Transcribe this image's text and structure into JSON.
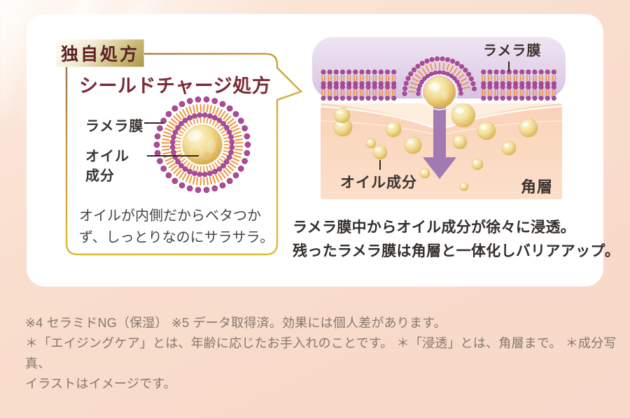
{
  "colors": {
    "page_bg": "#f8dccd",
    "card_bg": "#ffffff",
    "title_maroon": "#7b2b35",
    "badge_text": "#5b2027",
    "border_brown": "#9a6b55",
    "border_gold": "#d8b832",
    "magenta": "#ad4b99",
    "magenta_dark": "#8e3680",
    "orange": "#ef9030",
    "gold_light": "#fdf6da",
    "gold_deep": "#cf9e3e",
    "lavender_top": "#efe5f2",
    "lavender_bottom": "#d7c2e2",
    "skin_top": "#f9d2b8",
    "skin_bottom": "#fcdfca",
    "skin_light": "#feeedd",
    "arrow_purple": "#9b72b2",
    "drop_light": "#fdf7dc",
    "drop_deep": "#d6af4e",
    "label_dark": "#3a3430",
    "body_text": "#494442",
    "footnote_text": "#85786e"
  },
  "badge": {
    "label": "独自処方"
  },
  "left_panel": {
    "title": "シールドチャージ処方",
    "lamella_label": "ラメラ膜",
    "oil_label_line1": "オイル",
    "oil_label_line2": "成分",
    "description_line1": "オイルが内側だからベタつか",
    "description_line2": "ず、しっとりなのにサラサラ。"
  },
  "right_panel": {
    "lamella_label": "ラメラ膜",
    "oil_label": "オイル成分",
    "stratum_label": "角層",
    "caption_line1": "ラメラ膜中からオイル成分が徐々に浸透。",
    "caption_line2": "残ったラメラ膜は角層と一体化しバリアアップ。"
  },
  "footnotes": {
    "line1": "※4 セラミドNG（保湿） ※5 データ取得済。効果には個人差があります。",
    "line2": "＊「エイジングケア」とは、年齢に応じたお手入れのことです。 ＊「浸透」とは、角層まで。 ＊成分写真、",
    "line3": "イラストはイメージです。"
  }
}
